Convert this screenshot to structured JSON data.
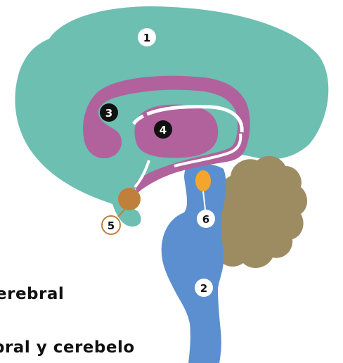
{
  "colors": {
    "cerebrum": "#6cbfb1",
    "basal_ganglia": "#b1629d",
    "brainstem": "#5b8fd0",
    "cerebellum": "#9d8b62",
    "amygdala": "#c07f3a",
    "nucleus_marker": "#f4a62a",
    "outline_white": "#ffffff",
    "label_dark": "#111111"
  },
  "labels": {
    "one": "1",
    "two": "2",
    "three": "3",
    "four": "4",
    "five": "5",
    "six": "6"
  },
  "captions": {
    "line1": "erebral",
    "line2": "bral y cerebelo"
  }
}
